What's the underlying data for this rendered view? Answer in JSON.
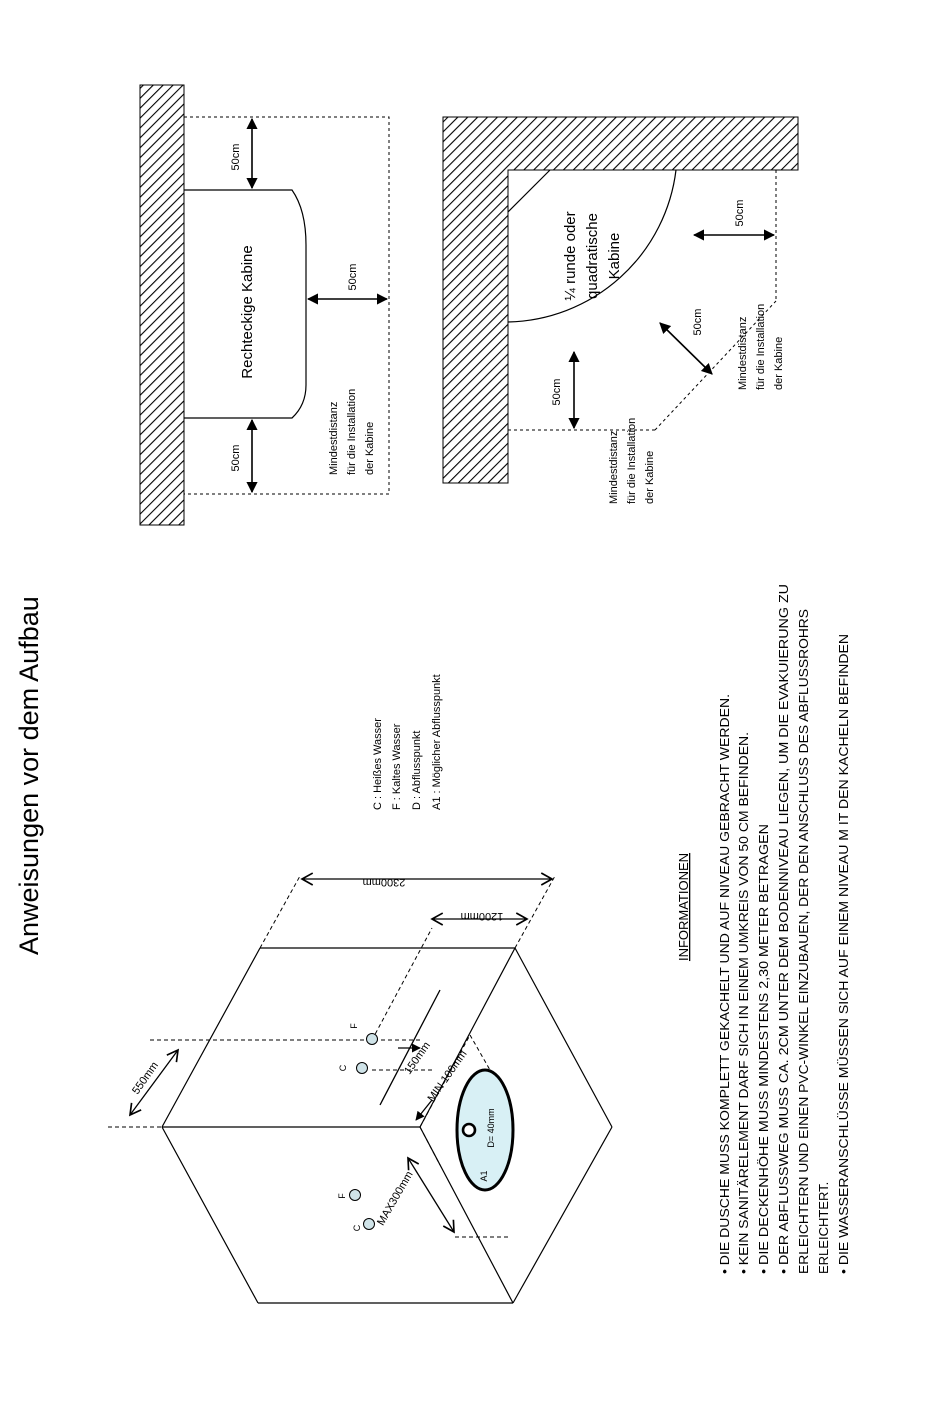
{
  "title": "Anweisungen vor dem Aufbau",
  "top_diagrams": {
    "rectangular": {
      "cabin_label": "Rechteckige Kabine",
      "dim_left": "50cm",
      "dim_right": "50cm",
      "dim_front": "50cm",
      "note": [
        "Mindestdistanz",
        "für die Installation",
        "der Kabine"
      ]
    },
    "quarter": {
      "cabin_label": [
        "¼ runde oder",
        "quadratische",
        "Kabine"
      ],
      "dim_left": "50cm",
      "dim_diag": "50cm",
      "dim_right": "50cm",
      "note_left": [
        "Mindestdistanz",
        "für die Installation",
        "der Kabine"
      ],
      "note_right": [
        "Mindestdistanz",
        "für die Installation",
        "der Kabine"
      ]
    }
  },
  "legend": [
    "C : Heißes Wasser",
    "F : Kaltes Wasser",
    "D : Abflusspunkt",
    "A1 : Möglicher Abflusspunkt"
  ],
  "iso": {
    "dim_height": "2300mm",
    "dim_1200": "1200mm",
    "dim_550": "550mm",
    "dim_150": "150mm",
    "dim_min100": "MIN 100mm",
    "dim_max300": "MAX300mm",
    "drain_label": "D= 40mm",
    "a1_label": "A1",
    "c_label": "C",
    "f_label": "F"
  },
  "info": {
    "heading": "INFORMATIONEN",
    "lines": [
      "• DIE DUSCHE MUSS KOMPLETT GEKACHELT UND AUF NIVEAU GEBRACHT WERDEN.",
      "• KEIN SANITÄRELEMENT DARF SICH IN EINEM UMKREIS VON 50 CM BEFINDEN.",
      "• DIE DECKENHÖHE MUSS MINDESTENS  2,30 METER BETRAGEN",
      "• DER ABFLUSSWEG MUSS CA. 2CM UNTER DEM BODENNIVEAU LIEGEN, UM DIE EVAKUIERUNG ZU",
      "ERLEICHTERN UND EINEN PVC-WINKEL EINZUBAUEN, DER DEN ANSCHLUSS DES ABFLUSSROHRS",
      "ERLEICHTERT.",
      "• DIE WASSERANSCHLÜSSE MÜSSEN SICH AUF EINEM NIVEAU M IT DEN KACHELN BEFINDEN"
    ]
  }
}
